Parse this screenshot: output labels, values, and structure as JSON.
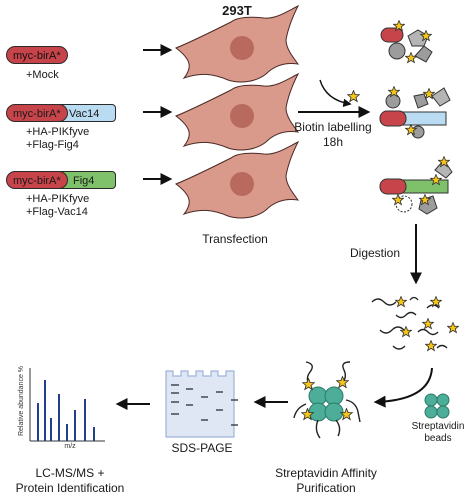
{
  "header": {
    "cell_line": "293T"
  },
  "constructs": [
    {
      "tag": "myc-birA*",
      "fusion": "",
      "lines": [
        "+Mock"
      ]
    },
    {
      "tag": "myc-birA*",
      "fusion": "Vac14",
      "lines": [
        "+HA-PIKfyve",
        "+Flag-Fig4"
      ]
    },
    {
      "tag": "myc-birA*",
      "fusion": "Fig4",
      "lines": [
        "+HA-PIKfyve",
        "+Flag-Vac14"
      ]
    }
  ],
  "steps": {
    "transfection": "Transfection",
    "biotin_line1": "Biotin labelling",
    "biotin_line2": "18h",
    "digestion": "Digestion",
    "streptavidin_line1": "Streptavidin",
    "streptavidin_line2": "beads",
    "purification_line1": "Streptavidin Affinity",
    "purification_line2": "Purification",
    "sds_page": "SDS-PAGE",
    "lcms_line1": "LC-MS/MS +",
    "lcms_line2": "Protein Identification"
  },
  "spectrum": {
    "ylabel": "Relative abundance %",
    "xlabel": "m/z"
  },
  "colors": {
    "birA": "#c8444b",
    "vac14": "#b9dcf2",
    "fig4": "#7fc16b",
    "cell": "#d99a8c",
    "nucleus": "#b86a5e",
    "biotin": "#f5c518",
    "beads": "#4cae98",
    "spectrum": "#1f3f8a"
  }
}
